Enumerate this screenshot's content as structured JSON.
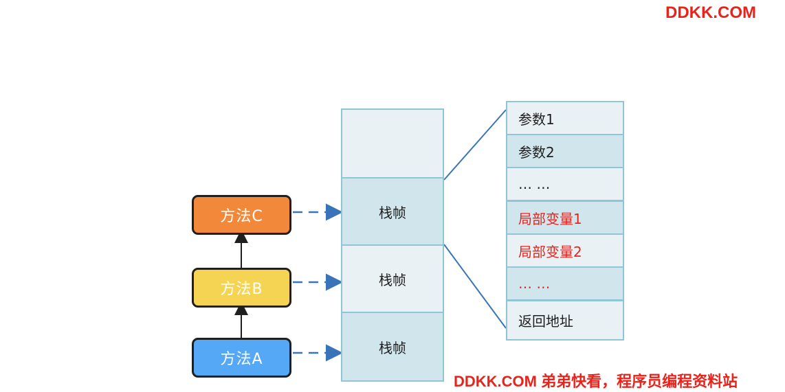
{
  "watermark": {
    "top": "DDKK.COM",
    "bottom": "DDKK.COM 弟弟快看，程序员编程资料站"
  },
  "methods": {
    "c": "方法C",
    "b": "方法B",
    "a": "方法A"
  },
  "stack": {
    "frame_c": "栈帧",
    "frame_b": "栈帧",
    "frame_a": "栈帧"
  },
  "frame_detail": {
    "param1": "参数1",
    "param2": "参数2",
    "ellipsis1": "… …",
    "local1": "局部变量1",
    "local2": "局部变量2",
    "ellipsis2": "… …",
    "return_addr": "返回地址"
  },
  "colors": {
    "method_c": "#f2893a",
    "method_b": "#f5d453",
    "method_a": "#55a8f5",
    "connector": "#3a74b8",
    "highlight_text": "#e8231c"
  }
}
